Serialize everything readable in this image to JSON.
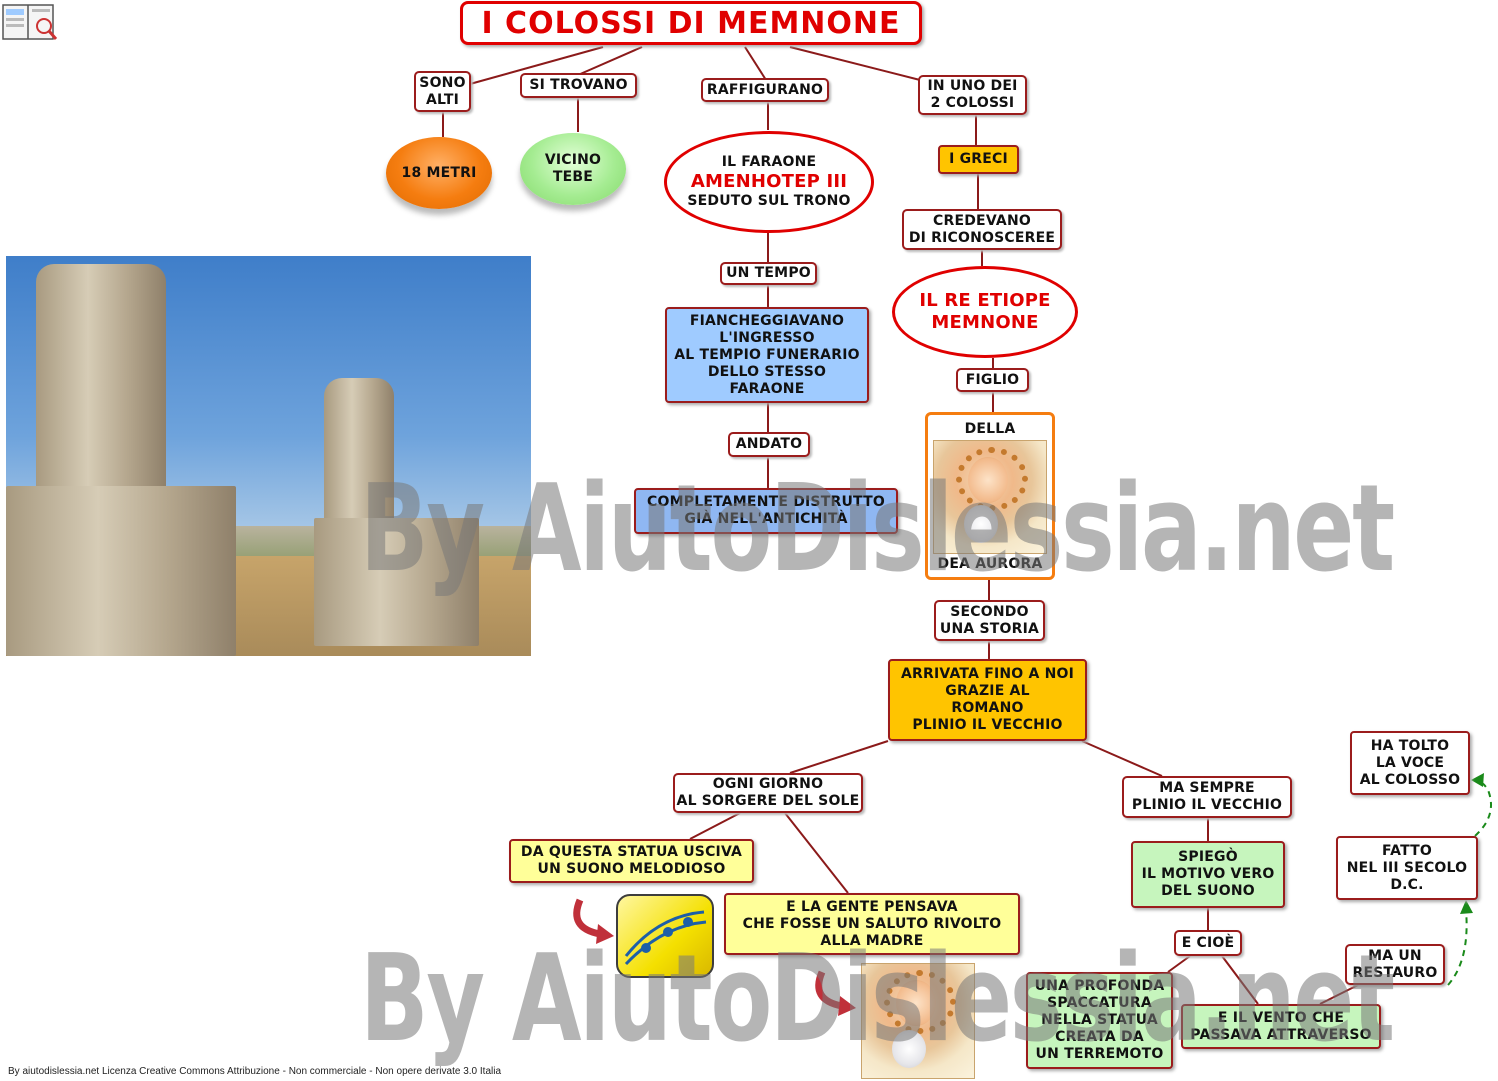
{
  "title": "I COLOSSI DI MEMNONE",
  "nodes": {
    "sono_alti": "SONO\nALTI",
    "diciotto_metri": "18 METRI",
    "si_trovano": "SI TROVANO",
    "vicino_tebe": "VICINO\nTEBE",
    "raffigurano": "RAFFIGURANO",
    "faraone_top": "IL FARAONE",
    "faraone_name": "AMENHOTEP III",
    "faraone_bottom": "SEDUTO SUL TRONO",
    "un_tempo": "UN TEMPO",
    "fiancheggiavano": "FIANCHEGGIAVANO\nL'INGRESSO\nAL TEMPIO FUNERARIO\nDELLO STESSO\nFARAONE",
    "andato": "ANDATO",
    "distrutto": "COMPLETAMENTE DISTRUTTO\nGIÀ NELL'ANTICHITÀ",
    "in_uno_dei": "IN UNO DEI\n2 COLOSSI",
    "i_greci": "I GRECI",
    "credevano": "CREDEVANO\nDI RICONOSCEREE",
    "re_etiope": "IL  RE ETIOPE\nMEMNONE",
    "figlio": "FIGLIO",
    "della": "DELLA",
    "dea_aurora": "DEA AURORA",
    "secondo": "SECONDO\nUNA STORIA",
    "arrivata": "ARRIVATA FINO A NOI\nGRAZIE AL\nROMANO\nPLINIO IL VECCHIO",
    "ogni_giorno": "OGNI GIORNO\nAL SORGERE DEL SOLE",
    "statua_usciva": "DA QUESTA STATUA USCIVA\nUN SUONO  MELODIOSO",
    "gente_pensava": "E LA GENTE PENSAVA\nCHE FOSSE UN  SALUTO  RIVOLTO\nALLA MADRE",
    "ma_sempre": "MA SEMPRE\nPLINIO IL VECCHIO",
    "spiego": "SPIEGÒ\nIL MOTIVO VERO\nDEL SUONO",
    "e_cioe": "E CIOÈ",
    "spaccatura": "UNA PROFONDA\nSPACCATURA\nNELLA STATUA\nCREATA DA\nUN TERREMOTO",
    "vento": "E IL VENTO CHE\nPASSAVA ATTRAVERSO",
    "ma_un_restauro": "MA UN\nRESTAURO",
    "fatto": "FATTO\nNEL III SECOLO\nD.C.",
    "ha_tolto": "HA TOLTO\nLA VOCE\nAL COLOSSO"
  },
  "watermark": "By AiutoDislessia.net",
  "footer": "By aiutodislessia.net Licenza Creative Commons Attribuzione - Non commerciale - Non opere derivate 3.0 Italia",
  "icons": {
    "top_left": "book-search-icon",
    "photo": "colossi-photo",
    "aurora": "dea-aurora-image",
    "music": "music-notes-icon",
    "arrow": "curved-arrow-icon"
  },
  "colors": {
    "link": "#8b1a1a",
    "title_red": "#e00000",
    "dashed_green": "#1a8a1a"
  }
}
